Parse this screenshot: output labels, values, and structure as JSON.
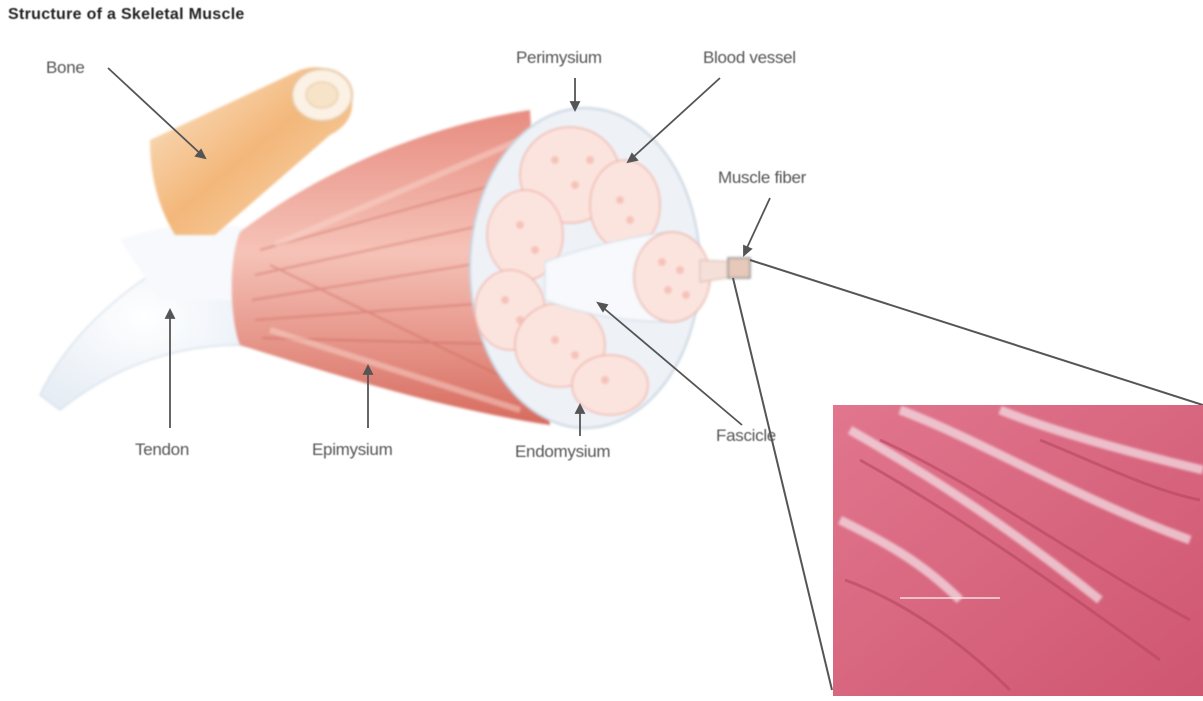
{
  "figure": {
    "title": "Structure of a Skeletal Muscle",
    "labels": {
      "bone": "Bone",
      "perimysium": "Perimysium",
      "blood_vessel": "Blood vessel",
      "muscle_fiber": "Muscle fiber",
      "tendon": "Tendon",
      "epimysium": "Epimysium",
      "endomysium": "Endomysium",
      "fascicle": "Fascicle"
    },
    "colors": {
      "muscle": "#de7a6e",
      "muscle_light": "#f1b2a6",
      "tendon": "#f2f5fa",
      "bone": "#f2c28d",
      "micrograph": "#d45d78",
      "connective": "#dfe6ee"
    }
  }
}
